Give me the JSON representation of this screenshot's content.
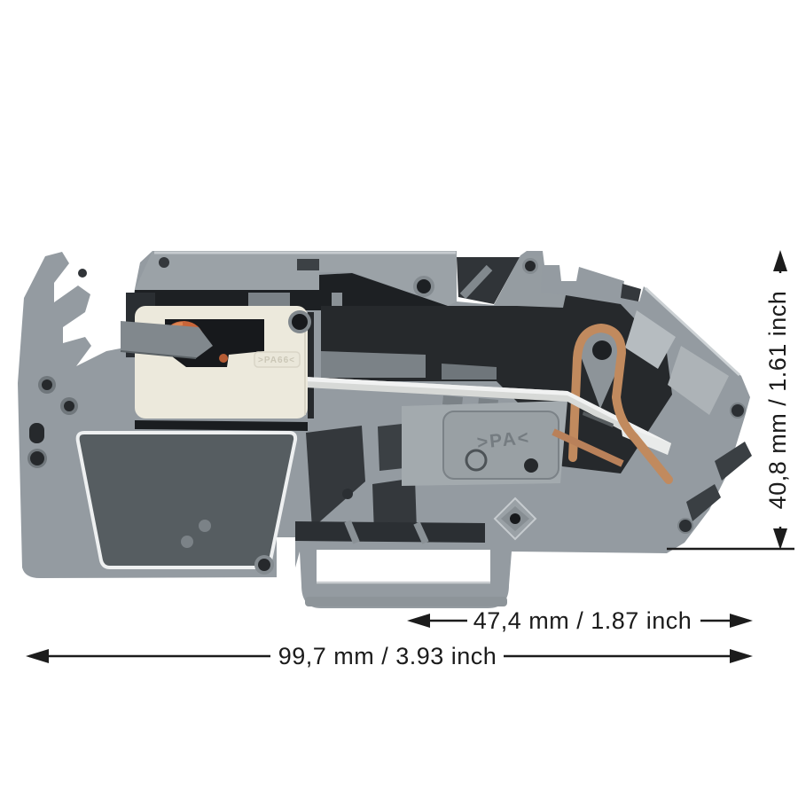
{
  "image": {
    "description": "Technical product photo: cross-section of a gray DIN-rail fuse terminal block with black dimension arrows on a white background",
    "background_color": "#ffffff"
  },
  "dimensions": {
    "height": {
      "label": "40,8 mm / 1.61 inch",
      "orientation": "vertical"
    },
    "partial_width": {
      "label": "47,4 mm / 1.87 inch",
      "orientation": "horizontal"
    },
    "total_width": {
      "label": "99,7 mm / 3.93 inch",
      "orientation": "horizontal"
    }
  },
  "markings": {
    "housing_material": ">PA<",
    "fuse_holder_material": ">PA66<"
  },
  "colors": {
    "body_gray": "#949ba1",
    "face_gray": "#9ba2a7",
    "light_patch": "#b6bcc0",
    "cavity_deep": "#1d2023",
    "cavity_mid": "#34383c",
    "recess_gray": "#565d61",
    "fuse_holder_cream": "#ece9dc",
    "fuse_cap_orange": "#c9663a",
    "copper_spring": "#c18a5e",
    "busbar_silver": "#d7d9d7",
    "dimension_line": "#1c1c1c"
  }
}
